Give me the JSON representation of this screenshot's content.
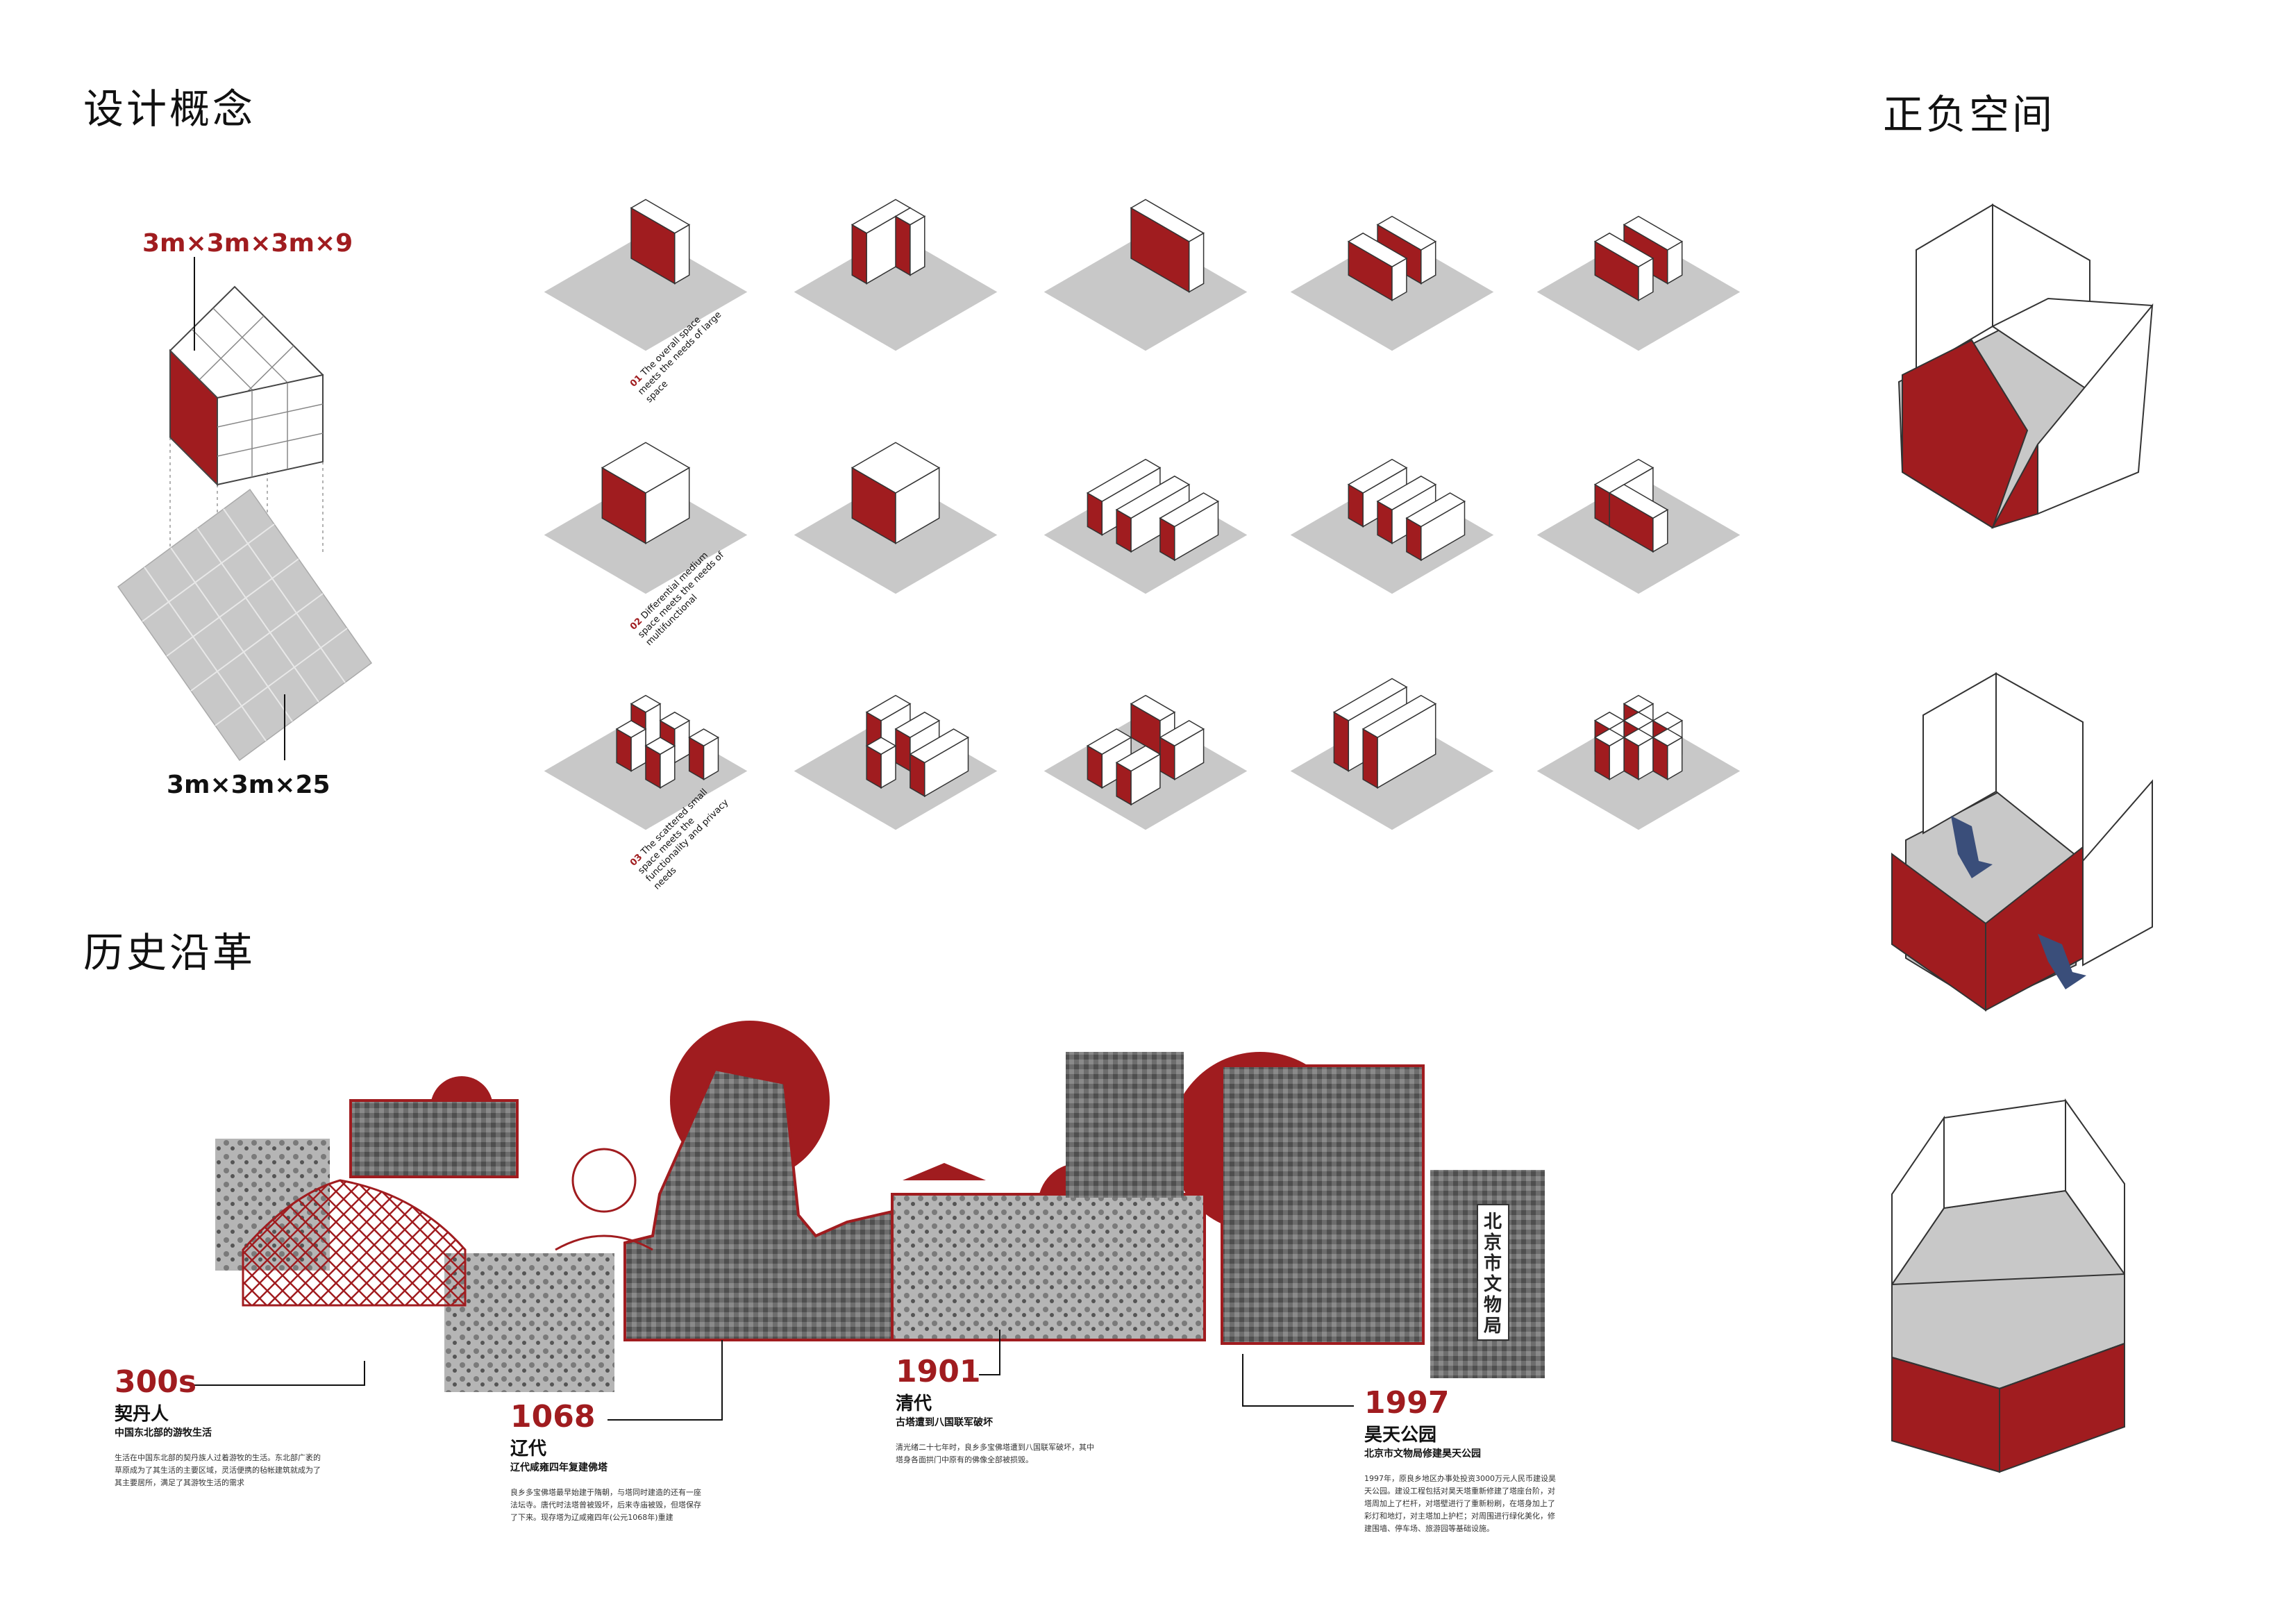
{
  "headings": {
    "concept": "设计概念",
    "history": "历史沿革",
    "space": "正负空间"
  },
  "concept": {
    "module_label": "3m×3m×3m×9",
    "grid_label": "3m×3m×25"
  },
  "matrix": {
    "rows": [
      {
        "number": "01",
        "caption": "The overall space meets the needs of large space"
      },
      {
        "number": "02",
        "caption": "Differential medium space meets the needs of multifunctional"
      },
      {
        "number": "03",
        "caption": "The scattered small space meets the functionality and privacy needs"
      }
    ]
  },
  "timeline": [
    {
      "year": "300s",
      "era": "契丹人",
      "subtitle": "中国东北部的游牧生活",
      "text": "生活在中国东北部的契丹族人过着游牧的生活。东北部广袤的草原成为了其生活的主要区域，灵活便携的毡帐建筑就成为了其主要居所，满足了其游牧生活的需求"
    },
    {
      "year": "1068",
      "era": "辽代",
      "subtitle": "辽代咸雍四年复建佛塔",
      "text": "良乡多宝佛塔最早始建于隋朝，与塔同时建造的还有一座法坛寺。唐代时法塔曾被毁坏，后来寺庙被毁，但塔保存了下来。现存塔为辽咸雍四年(公元1068年)重建"
    },
    {
      "year": "1901",
      "era": "清代",
      "subtitle": "古塔遭到八国联军破坏",
      "text": "清光绪二十七年时，良乡多宝佛塔遭到八国联军破坏，其中塔身各面拱门中原有的佛像全部被损毁。"
    },
    {
      "year": "1997",
      "era": "昊天公园",
      "subtitle": "北京市文物局修建昊天公园",
      "text": "1997年，原良乡地区办事处投资3000万元人民币建设昊天公园。建设工程包括对昊天塔重新修建了塔座台阶，对塔周加上了栏杆，对塔壁进行了重新粉刷，在塔身加上了彩灯和地灯，对主塔加上护栏；对周围进行绿化美化，修建围墙、停车场、旅游园等基础设施。"
    }
  ],
  "signboard": "北京市文物局",
  "colors": {
    "accent": "#a01c1f",
    "ground": "#c8c8c8",
    "arrow": "#3a4e7a"
  }
}
